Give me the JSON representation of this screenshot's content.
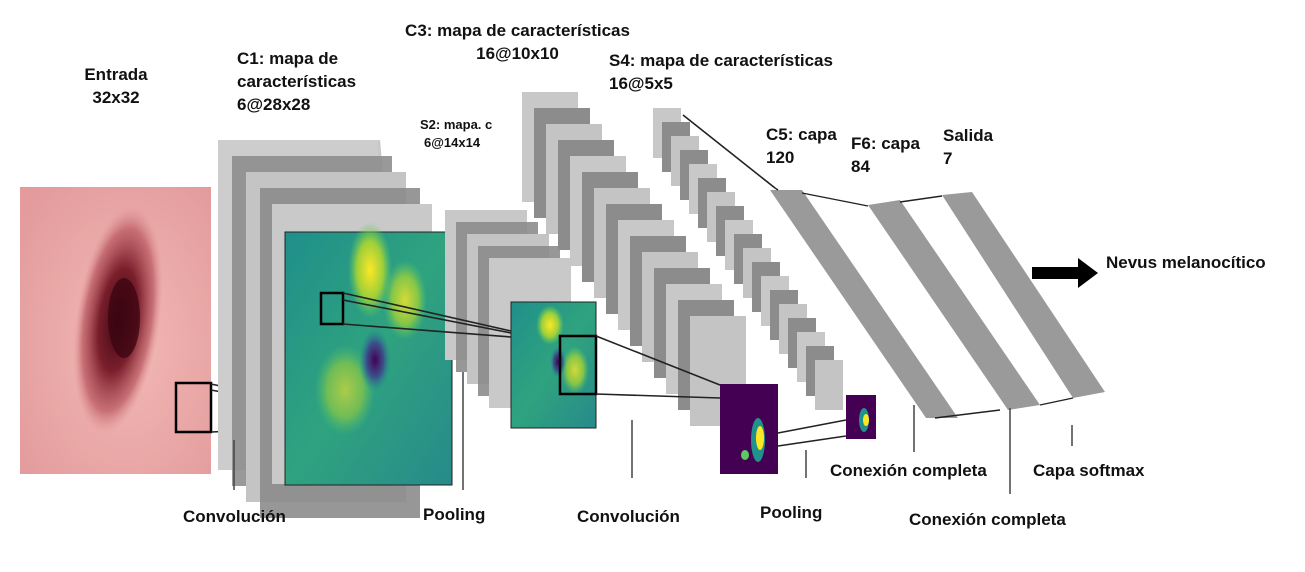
{
  "labels": {
    "input": {
      "line1": "Entrada",
      "line2": "32x32"
    },
    "c1": {
      "line1": "C1: mapa de",
      "line2": "características",
      "line3": "6@28x28"
    },
    "s2": {
      "line1": "S2: mapa. c",
      "line2": "6@14x14"
    },
    "c3": {
      "line1": "C3: mapa de características",
      "line2": "16@10x10"
    },
    "s4": {
      "line1": "S4: mapa de características",
      "line2": "16@5x5"
    },
    "c5": {
      "line1": "C5: capa",
      "line2": "120"
    },
    "f6": {
      "line1": "F6: capa",
      "line2": "84"
    },
    "output": {
      "line1": "Salida",
      "line2": "7"
    },
    "result": "Nevus melanocítico"
  },
  "operations": {
    "conv1": "Convolución",
    "pool1": "Pooling",
    "conv2": "Convolución",
    "pool2": "Pooling",
    "full1": "Conexión completa",
    "full2": "Conexión completa",
    "softmax": "Capa softmax"
  },
  "colors": {
    "skin": "#e8a4a4",
    "lesion_dark": "#5a0f1c",
    "map_dark": "#440154",
    "map_mid": "#21918c",
    "map_bright": "#fde725",
    "layer_gray_light": "#c8c8c8",
    "layer_gray_dark": "#8c8c8c",
    "arrow": "#000000"
  }
}
